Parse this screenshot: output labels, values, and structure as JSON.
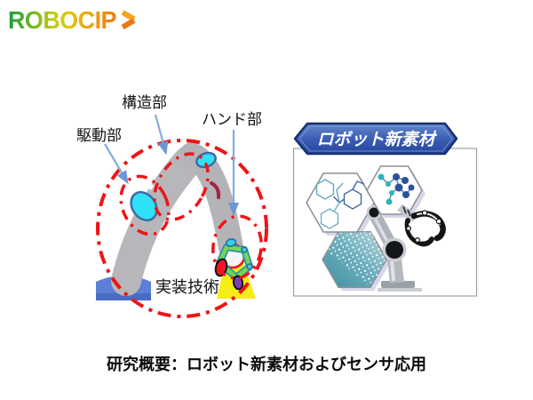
{
  "logo": {
    "brand": "ROBOCIP"
  },
  "left_diagram": {
    "label_drive": "駆動部",
    "label_structure": "構造部",
    "label_hand": "ハンド部",
    "label_mounting": "実装技術"
  },
  "right_panel": {
    "banner_title": "ロボット新素材"
  },
  "caption": {
    "text": "研究概要：ロボット新素材およびセンサ応用"
  },
  "colors": {
    "accent_red": "#ee1417",
    "joint_cyan": "#2fe1f6",
    "joint_outline": "#3f6ba2",
    "base_blue": "#5b80d6",
    "arm_gray": "#b7b7bb",
    "arrow_blue": "#85aede",
    "banner_blue_light": "#5b7ec6",
    "banner_blue_dark": "#24479e",
    "logo_green": "#1f9c3f",
    "logo_orange": "#ee7b16",
    "hand_green": "#74d84e",
    "cone_yellow": "#f4ec06"
  }
}
